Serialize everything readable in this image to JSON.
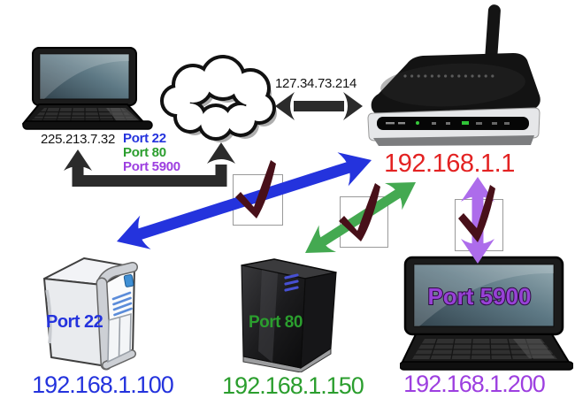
{
  "diagram": "router-port-forwarding",
  "wan": {
    "client_ip": "225.213.7.32",
    "public_ip": "127.34.73.214"
  },
  "forwarded_ports": {
    "p22": "Port 22",
    "p80": "Port 80",
    "p5900": "Port 5900"
  },
  "router": {
    "ip": "192.168.1.1"
  },
  "lan": {
    "ssh_server": {
      "label": "Port 22",
      "ip": "192.168.1.100"
    },
    "web_server": {
      "label": "Port 80",
      "ip": "192.168.1.150"
    },
    "vnc_laptop": {
      "label": "Port 5900",
      "ip": "192.168.1.200"
    }
  },
  "colors": {
    "blue": "#2433dd",
    "green_text": "#2b9e2e",
    "green_arrow": "#44a951",
    "purple_text": "#9d3fe0",
    "purple_screen": "#9741d6",
    "purple_arrow": "#ad6ceb",
    "red": "#e32222",
    "check": "#481019",
    "black_arrow": "#2b2b2b",
    "box_border": "#9a9a9a"
  }
}
